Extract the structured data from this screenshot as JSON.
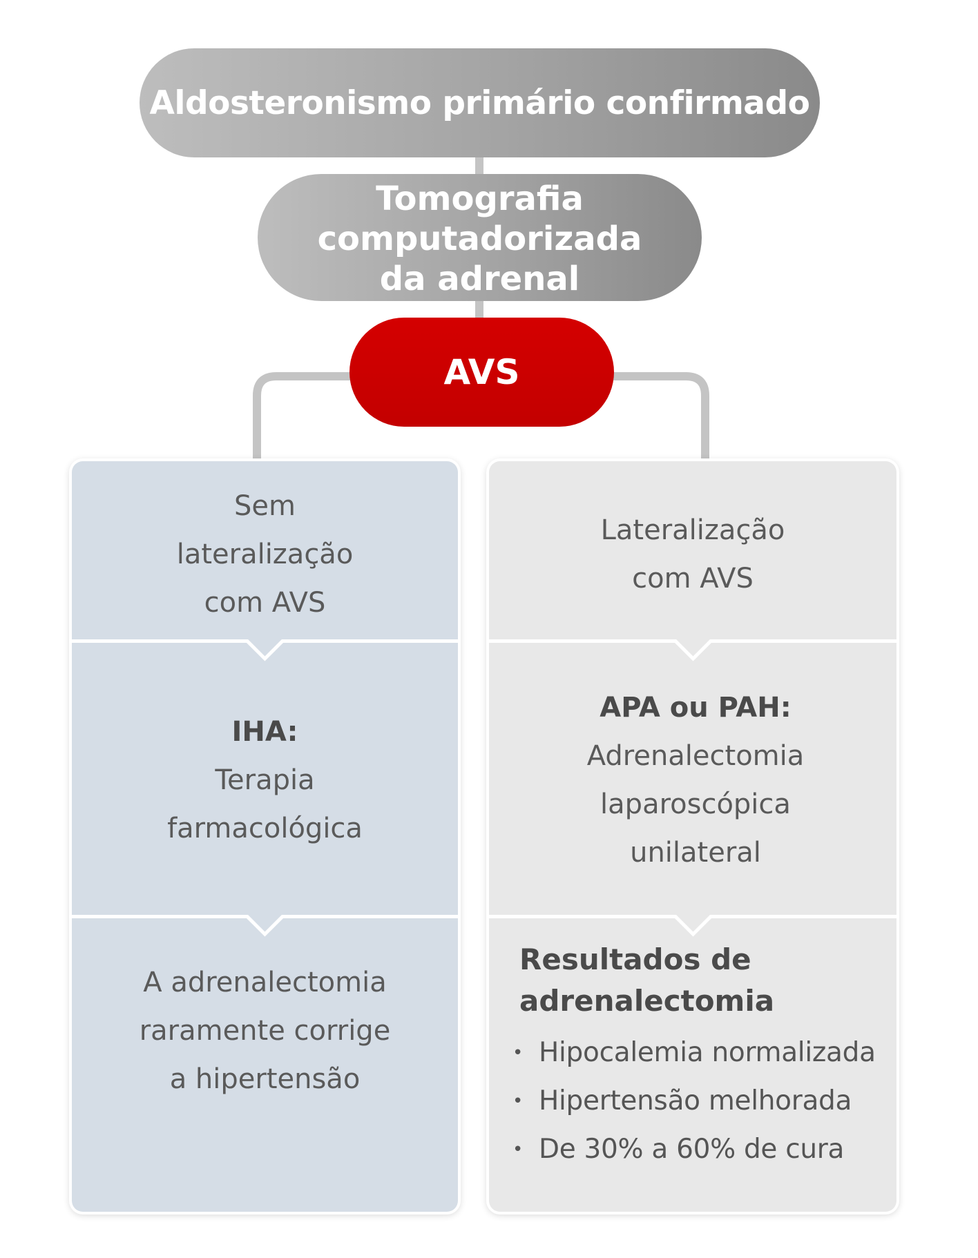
{
  "flow": {
    "top": "Aldosteronismo primário confirmado",
    "ct": "Tomografia\ncomputadorizada\nda adrenal",
    "avs": "AVS"
  },
  "left_column": {
    "condition": "Sem\nlateralização\ncom AVS",
    "diagnosis": "IHA:",
    "treatment": "Terapia\nfarmacológica",
    "outcome": "A adrenalectomia\nraramente corrige\na hipertensão"
  },
  "right_column": {
    "condition": "Lateralização\ncom AVS",
    "diagnosis": "APA ou PAH:",
    "treatment": "Adrenalectomia\nlaparoscópica\nunilateral",
    "results_title": "Resultados de\nadrenalectomia",
    "results": [
      "Hipocalemia normalizada",
      "Hipertensão melhorada",
      "De 30% a 60% de cura"
    ],
    "bullet": "•"
  },
  "colors": {
    "pill_gray_light": "#bdbdbd",
    "pill_gray_dark": "#8a8a8a",
    "avs_red": "#c30000",
    "left_bg": "#d5dde6",
    "right_bg": "#e8e8e8",
    "connector": "#c4c4c4"
  }
}
